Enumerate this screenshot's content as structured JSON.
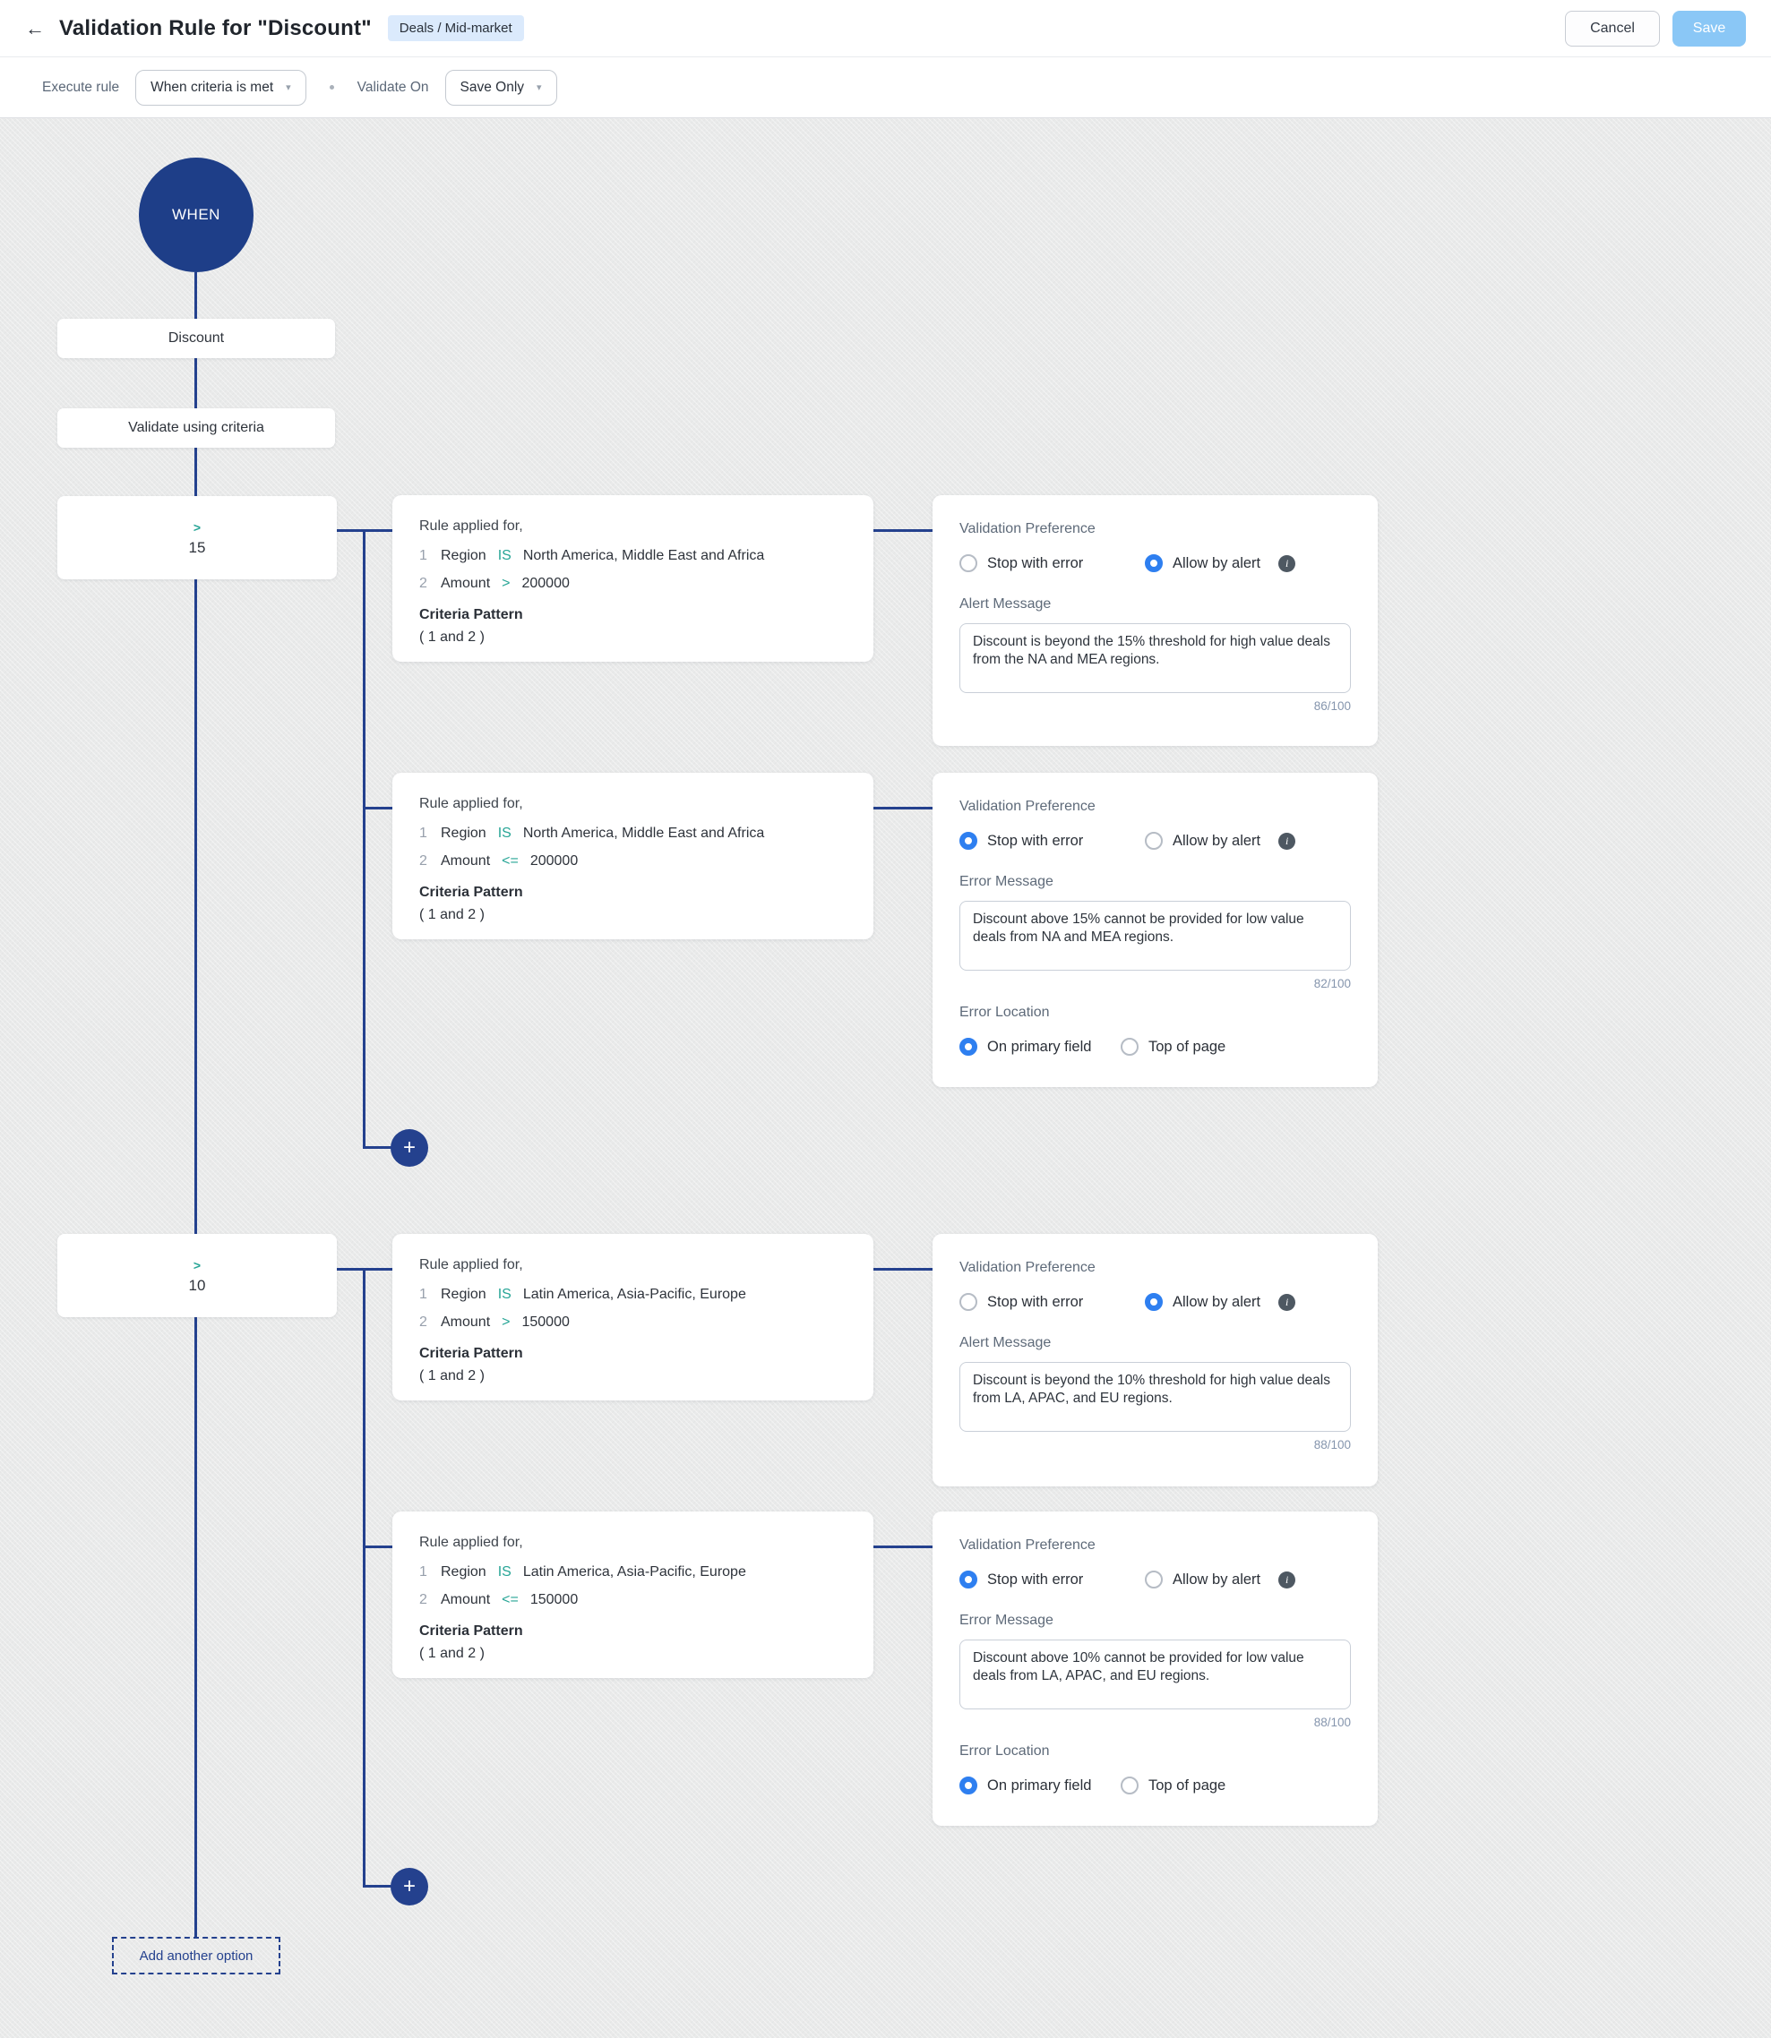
{
  "icons": {
    "back": "←",
    "caret": "▾",
    "plus": "+",
    "info": "i"
  },
  "header": {
    "title": "Validation Rule for \"Discount\"",
    "badge": "Deals / Mid-market",
    "cancel_label": "Cancel",
    "save_label": "Save"
  },
  "toolbar": {
    "execute_rule_label": "Execute rule",
    "execute_rule_value": "When criteria is met",
    "validate_on_label": "Validate On",
    "validate_on_value": "Save Only"
  },
  "flow": {
    "when_label": "WHEN",
    "field_label": "Discount",
    "validate_label": "Validate using criteria",
    "add_option_label": "Add another option",
    "branches": [
      {
        "node": {
          "op": ">",
          "value": "15"
        },
        "rules": [
          {
            "heading": "Rule applied for,",
            "conditions": [
              {
                "num": "1",
                "field": "Region",
                "op": "IS",
                "value": "North America, Middle East and Africa"
              },
              {
                "num": "2",
                "field": "Amount",
                "op": ">",
                "value": "200000"
              }
            ],
            "pattern_label": "Criteria Pattern",
            "pattern": "( 1 and 2 )",
            "pref": {
              "title": "Validation Preference",
              "stop_label": "Stop with error",
              "allow_label": "Allow by alert",
              "stop_selected": false,
              "allow_selected": true,
              "msg_label": "Alert Message",
              "msg": "Discount is beyond the 15% threshold for high value deals from the NA and MEA regions.",
              "counter": "86/100"
            }
          },
          {
            "heading": "Rule applied for,",
            "conditions": [
              {
                "num": "1",
                "field": "Region",
                "op": "IS",
                "value": "North America, Middle East and Africa"
              },
              {
                "num": "2",
                "field": "Amount",
                "op": "<=",
                "value": "200000"
              }
            ],
            "pattern_label": "Criteria Pattern",
            "pattern": "( 1 and 2 )",
            "pref": {
              "title": "Validation Preference",
              "stop_label": "Stop with error",
              "allow_label": "Allow by alert",
              "stop_selected": true,
              "allow_selected": false,
              "msg_label": "Error Message",
              "msg": "Discount above 15% cannot be provided for low value deals from NA and MEA regions.",
              "counter": "82/100",
              "loc_label": "Error Location",
              "loc_primary_label": "On primary field",
              "loc_top_label": "Top of page",
              "loc_primary_selected": true,
              "loc_top_selected": false
            }
          }
        ]
      },
      {
        "node": {
          "op": ">",
          "value": "10"
        },
        "rules": [
          {
            "heading": "Rule applied for,",
            "conditions": [
              {
                "num": "1",
                "field": "Region",
                "op": "IS",
                "value": "Latin America, Asia-Pacific, Europe"
              },
              {
                "num": "2",
                "field": "Amount",
                "op": ">",
                "value": "150000"
              }
            ],
            "pattern_label": "Criteria Pattern",
            "pattern": "( 1 and 2 )",
            "pref": {
              "title": "Validation Preference",
              "stop_label": "Stop with error",
              "allow_label": "Allow by alert",
              "stop_selected": false,
              "allow_selected": true,
              "msg_label": "Alert Message",
              "msg": "Discount is beyond the 10% threshold for high value deals from LA, APAC, and EU regions.",
              "counter": "88/100"
            }
          },
          {
            "heading": "Rule applied for,",
            "conditions": [
              {
                "num": "1",
                "field": "Region",
                "op": "IS",
                "value": "Latin America, Asia-Pacific, Europe"
              },
              {
                "num": "2",
                "field": "Amount",
                "op": "<=",
                "value": "150000"
              }
            ],
            "pattern_label": "Criteria Pattern",
            "pattern": "( 1 and 2 )",
            "pref": {
              "title": "Validation Preference",
              "stop_label": "Stop with error",
              "allow_label": "Allow by alert",
              "stop_selected": true,
              "allow_selected": false,
              "msg_label": "Error Message",
              "msg": "Discount above 10% cannot be provided for low value deals from LA, APAC, and EU regions.",
              "counter": "88/100",
              "loc_label": "Error Location",
              "loc_primary_label": "On primary field",
              "loc_top_label": "Top of page",
              "loc_primary_selected": true,
              "loc_top_selected": false
            }
          }
        ]
      }
    ]
  }
}
